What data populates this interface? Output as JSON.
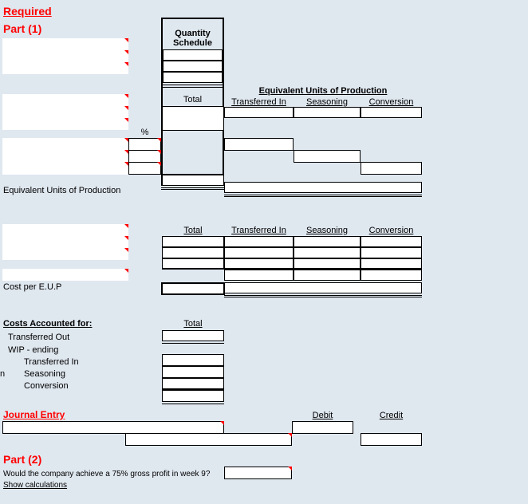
{
  "sheet": {
    "background": "#dfe7ef",
    "accent_red": "#ff0000",
    "comment_marker": "red-triangle"
  },
  "headings": {
    "required": "Required",
    "part1": "Part (1)",
    "part2": "Part (2)"
  },
  "quantity_schedule": {
    "title_line1": "Quantity",
    "title_line2": "Schedule",
    "total_header": "Total",
    "percent_header": "%",
    "input_rows": 3,
    "detail_rows": 3
  },
  "eup_table": {
    "group_header": "Equivalent Units of Production",
    "columns": [
      "Transferred In",
      "Seasoning",
      "Conversion"
    ],
    "footer_label": "Equivalent Units of Production"
  },
  "cost_table": {
    "columns": [
      "Total",
      "Transferred In",
      "Seasoning",
      "Conversion"
    ],
    "cost_per_eup_label": "Cost per E.U.P",
    "rows": 4
  },
  "costs_accounted": {
    "title": "Costs Accounted for:",
    "total_header": "Total",
    "items": [
      "Transferred Out",
      "WIP - ending",
      "Transferred In",
      "Seasoning",
      "Conversion"
    ],
    "clipped_left_text": "n"
  },
  "journal_entry": {
    "title": "Journal Entry",
    "debit_header": "Debit",
    "credit_header": "Credit",
    "rows": 2
  },
  "part2": {
    "question": "Would the company achieve a 75% gross profit in week 9?",
    "link": "Show calculations",
    "answer_value": ""
  }
}
